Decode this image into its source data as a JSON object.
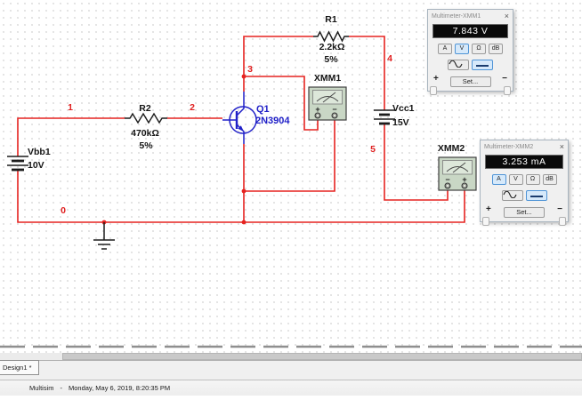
{
  "canvas": {
    "nodes": {
      "n0": "0",
      "n1": "1",
      "n2": "2",
      "n3": "3",
      "n4": "4",
      "n5": "5"
    },
    "r1": {
      "ref": "R1",
      "value": "2.2kΩ",
      "tol": "5%"
    },
    "r2": {
      "ref": "R2",
      "value": "470kΩ",
      "tol": "5%"
    },
    "q1": {
      "ref": "Q1",
      "model": "2N3904"
    },
    "vbb1": {
      "ref": "Vbb1",
      "value": "10V"
    },
    "vcc1": {
      "ref": "Vcc1",
      "value": "15V"
    },
    "xmm1_icon": {
      "label": "XMM1",
      "plus": "+",
      "minus": "−"
    },
    "xmm2_icon": {
      "label": "XMM2",
      "plus": "+",
      "minus": "−"
    }
  },
  "xmm1_window": {
    "title": "Multimeter-XMM1",
    "close": "×",
    "reading": "7.843 V",
    "btn_a": "A",
    "btn_v": "V",
    "btn_ohm": "Ω",
    "btn_db": "dB",
    "set": "Set...",
    "plus": "+",
    "minus": "−"
  },
  "xmm2_window": {
    "title": "Multimeter-XMM2",
    "close": "×",
    "reading": "3.253 mA",
    "btn_a": "A",
    "btn_v": "V",
    "btn_ohm": "Ω",
    "btn_db": "dB",
    "set": "Set...",
    "plus": "+",
    "minus": "−"
  },
  "tabbar": {
    "tab": "Design1 *"
  },
  "statusbar": {
    "app": "Multisim",
    "separator": "-",
    "datetime": "Monday, May 6, 2019, 8:20:35 PM"
  },
  "colors": {
    "wire": "#e62320",
    "component_blue": "#2121c8",
    "selected_button": "#4f94d6",
    "meter_body": "#c9d7c5"
  }
}
